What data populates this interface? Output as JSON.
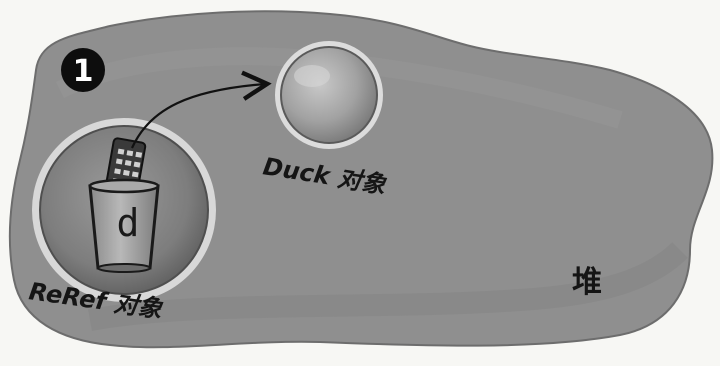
{
  "step_number": "1",
  "reference_variable": "d",
  "duck_object_label": "Duck 对象",
  "reref_object_label": "ReRef 对象",
  "heap_label": "堆"
}
